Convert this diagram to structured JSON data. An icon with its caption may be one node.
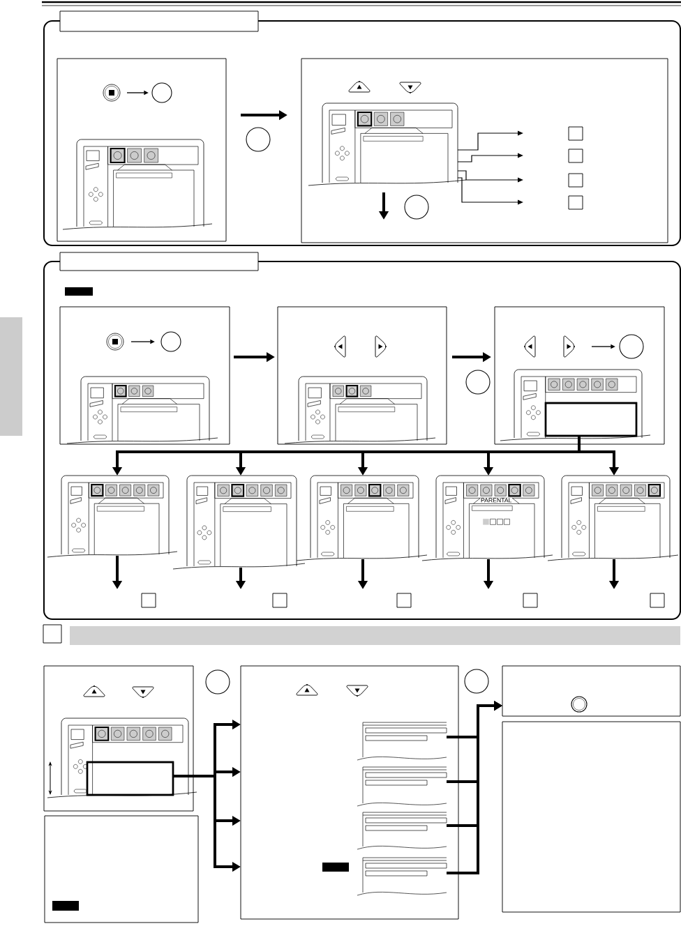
{
  "diagram": {
    "nodes": [
      {
        "text": [],
        "shape": "box"
      },
      {
        "text": [],
        "shape": "box",
        "in": 0
      },
      {
        "text": [],
        "shape": "box",
        "in": 0
      },
      {
        "text": [],
        "shape": "picture",
        "in": 2
      },
      {
        "text": [],
        "shape": "box",
        "in": 2
      },
      {
        "text": [],
        "shape": "box",
        "in": 2
      },
      {
        "text": [],
        "shape": "box",
        "in": 2
      },
      {
        "text": [],
        "shape": "box",
        "in": 2
      },
      {
        "text": [],
        "shape": "box"
      },
      {
        "text": [],
        "shape": "box",
        "in": 8
      },
      {
        "text": [],
        "shape": "box",
        "in": 8
      },
      {
        "text": [],
        "shape": "box",
        "in": 8
      },
      {
        "text": [],
        "shape": "box",
        "in": 11
      },
      {
        "text": [],
        "shape": "picture",
        "in": 8
      },
      {
        "text": [],
        "shape": "picture",
        "in": 8
      },
      {
        "text": [],
        "shape": "picture",
        "in": 8
      },
      {
        "text": [],
        "shape": "picture",
        "in": 8
      },
      {
        "text": [],
        "shape": "picture",
        "in": 8
      },
      {
        "text": [],
        "shape": "box",
        "in": 8
      },
      {
        "text": [],
        "shape": "box",
        "in": 8
      },
      {
        "text": [],
        "shape": "box",
        "in": 8
      },
      {
        "text": [],
        "shape": "box",
        "in": 8
      },
      {
        "text": [],
        "shape": "box",
        "in": 8
      },
      {
        "text": [],
        "shape": "box"
      },
      {
        "text": [],
        "shape": "box"
      },
      {
        "text": [],
        "shape": "box",
        "in": 24
      },
      {
        "text": [],
        "shape": "box"
      },
      {
        "text": [],
        "shape": "box"
      },
      {
        "text": [],
        "shape": "picture",
        "in": 27
      },
      {
        "text": [],
        "shape": "picture",
        "in": 27
      },
      {
        "text": [],
        "shape": "picture",
        "in": 27
      },
      {
        "text": [],
        "shape": "picture",
        "in": 27
      },
      {
        "text": [],
        "shape": "box"
      },
      {
        "text": [],
        "shape": "box"
      },
      {
        "text": [],
        "shape": "bar"
      },
      {
        "text": [],
        "shape": "bar"
      }
    ],
    "edges": [
      {
        "from": 1,
        "to": 2,
        "arrow": "to"
      },
      {
        "from": 3,
        "to": 4,
        "arrow": "to"
      },
      {
        "from": 3,
        "to": 5,
        "arrow": "to"
      },
      {
        "from": 3,
        "to": 6,
        "arrow": "to"
      },
      {
        "from": 3,
        "to": 7,
        "arrow": "to"
      },
      {
        "from": 3,
        "to": null,
        "arrow": "to"
      },
      {
        "from": 9,
        "to": 10,
        "arrow": "to"
      },
      {
        "from": 10,
        "to": 11,
        "arrow": "to"
      },
      {
        "from": 12,
        "to": 13,
        "arrow": "to"
      },
      {
        "from": 12,
        "to": 14,
        "arrow": "to"
      },
      {
        "from": 12,
        "to": 15,
        "arrow": "to"
      },
      {
        "from": 12,
        "to": 16,
        "arrow": "to"
      },
      {
        "from": 12,
        "to": 17,
        "arrow": "to"
      },
      {
        "from": 13,
        "to": null,
        "arrow": "to"
      },
      {
        "from": 14,
        "to": null,
        "arrow": "to"
      },
      {
        "from": 15,
        "to": null,
        "arrow": "to"
      },
      {
        "from": 16,
        "to": null,
        "arrow": "to"
      },
      {
        "from": 17,
        "to": null,
        "arrow": "to"
      },
      {
        "from": 25,
        "to": 27,
        "arrow": "to"
      },
      {
        "from": 25,
        "to": 27,
        "arrow": "to"
      },
      {
        "from": 25,
        "to": 27,
        "arrow": "to"
      },
      {
        "from": 25,
        "to": 27,
        "arrow": "to"
      },
      {
        "from": 28,
        "to": 32,
        "arrow": "to"
      },
      {
        "from": 29,
        "to": 32,
        "arrow": "to"
      },
      {
        "from": 30,
        "to": 32,
        "arrow": "to"
      },
      {
        "from": 31,
        "to": 32,
        "arrow": "to"
      }
    ],
    "labels": [
      "PARENTAL"
    ]
  }
}
